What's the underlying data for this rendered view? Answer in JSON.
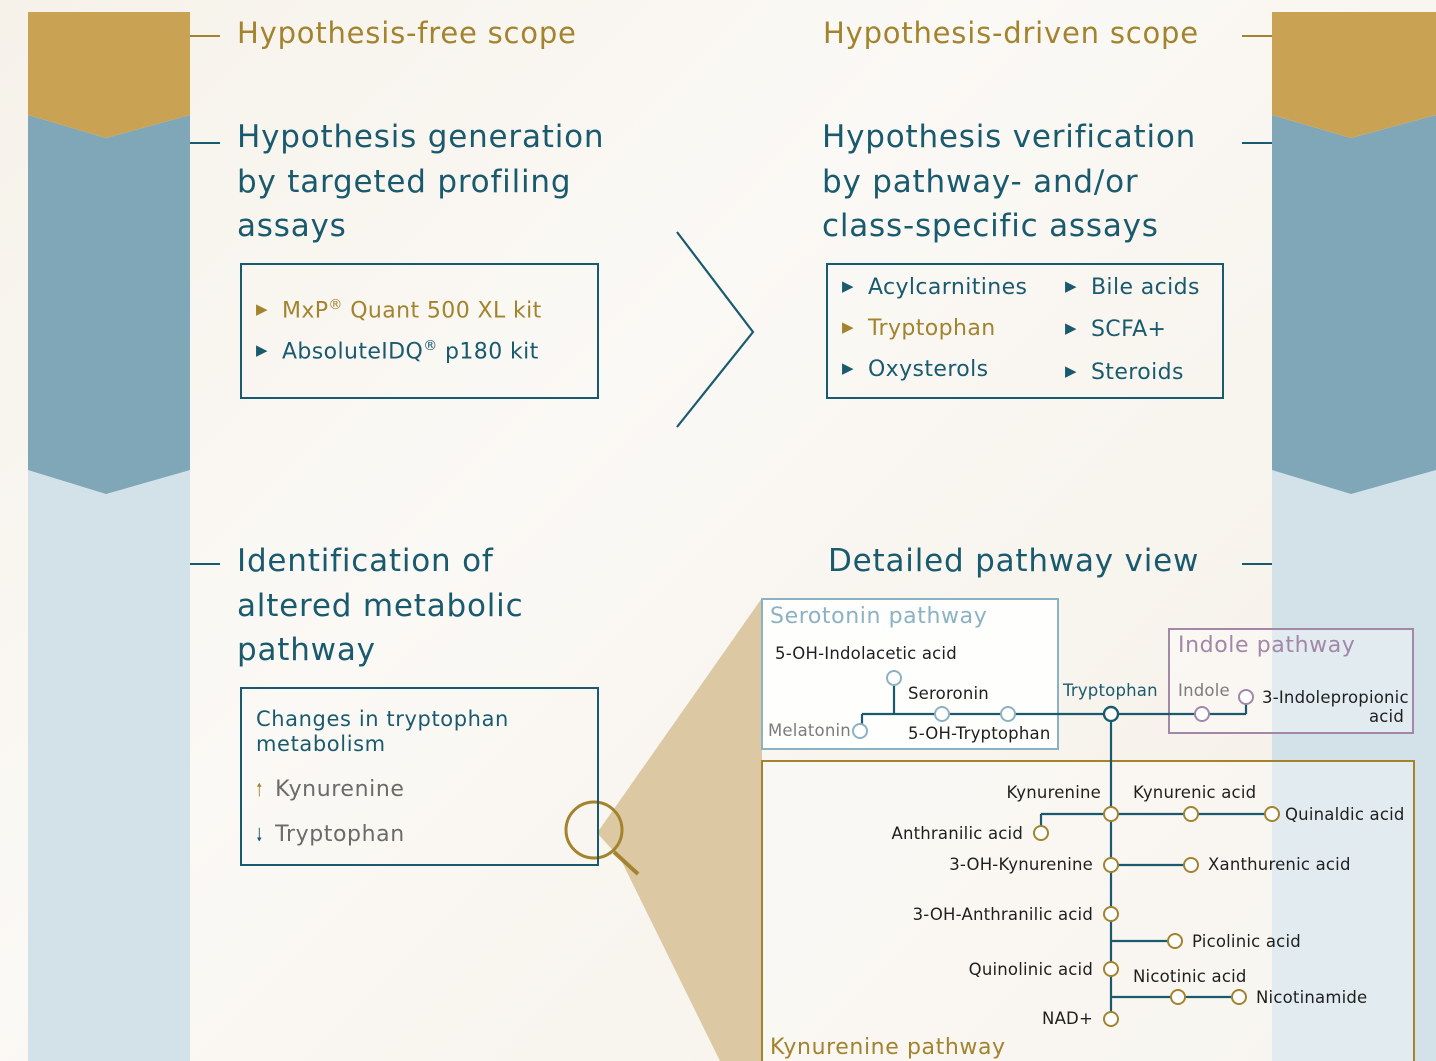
{
  "scopes": {
    "left": "Hypothesis-free scope",
    "right": "Hypothesis-driven scope"
  },
  "generation": {
    "heading": "Hypothesis generation by targeted profiling assays",
    "kits": [
      {
        "name": "MxP",
        "sup": "®",
        "rest": " Quant 500 XL kit",
        "highlight": true
      },
      {
        "name": "AbsoluteIDQ",
        "sup": "®",
        "rest": " p180 kit",
        "highlight": false
      }
    ]
  },
  "verification": {
    "heading": "Hypothesis verification by pathway- and/or class-specific assays",
    "assays_left": [
      "Acylcarnitines",
      "Tryptophan",
      "Oxysterols"
    ],
    "assays_right": [
      "Bile acids",
      "SCFA+",
      "Steroids"
    ],
    "highlighted": "Tryptophan"
  },
  "identification": {
    "heading": "Identification of altered metabolic pathway",
    "box_title": "Changes in tryptophan metabolism",
    "changes": [
      {
        "direction": "up",
        "metabolite": "Kynurenine"
      },
      {
        "direction": "down",
        "metabolite": "Tryptophan"
      }
    ]
  },
  "detail": {
    "heading": "Detailed pathway view"
  },
  "pathways": {
    "serotonin": {
      "title": "Serotonin pathway",
      "nodes": {
        "hiaa": "5-OH-Indolacetic acid",
        "serotonin": "Seroronin",
        "melatonin": "Melatonin",
        "htp": "5-OH-Tryptophan"
      }
    },
    "tryptophan": "Tryptophan",
    "indole": {
      "title": "Indole pathway",
      "nodes": {
        "indole": "Indole",
        "ipa_1": "3-Indolepropionic",
        "ipa_2": "acid"
      }
    },
    "kynurenine": {
      "title": "Kynurenine pathway",
      "nodes": {
        "kynurenine": "Kynurenine",
        "kynurenic": "Kynurenic acid",
        "quinaldic": "Quinaldic acid",
        "anthranilic": "Anthranilic acid",
        "oh_kynurenine": "3-OH-Kynurenine",
        "xanthurenic": "Xanthurenic acid",
        "oh_anthranilic": "3-OH-Anthranilic acid",
        "picolinic": "Picolinic acid",
        "quinolinic": "Quinolinic acid",
        "nicotinic": "Nicotinic acid",
        "nicotinamide": "Nicotinamide",
        "nad": "NAD+"
      }
    }
  },
  "colors": {
    "teal": "#1a5a6e",
    "gold": "#a3832e",
    "chevron_gold": "#c9a353",
    "chevron_blue": "#7fa7b8",
    "chevron_light": "#d3e2e9",
    "serotonin": "#8bb2c2",
    "indole": "#a287a8",
    "kynurenine": "#a3832e"
  }
}
